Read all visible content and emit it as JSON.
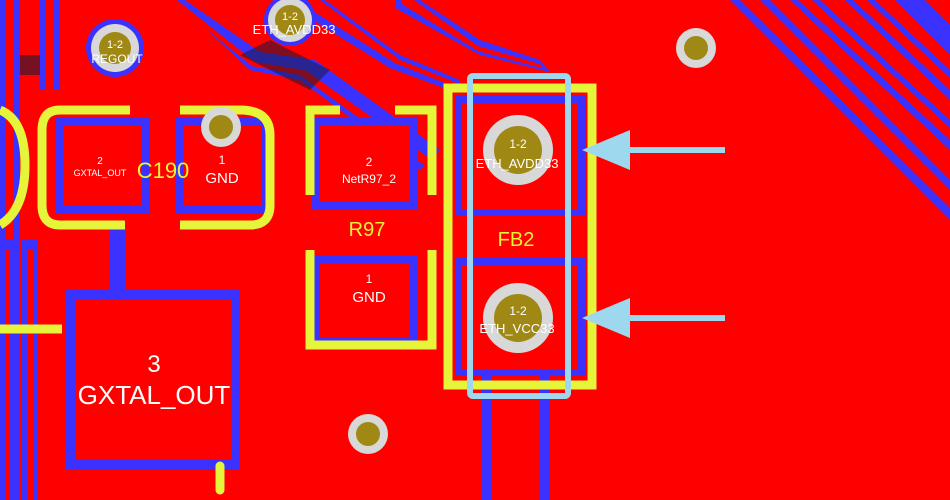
{
  "canvas": {
    "colors": {
      "copper": "#ff0000",
      "trace_outline": "#3b32ff",
      "dark": "#1a1a3a",
      "silkscreen": "#e6f53a",
      "pad_ring": "#d8d8d8",
      "pad_hole": "#a08814",
      "selection": "#9ed8ee",
      "net_label": "#ffffff"
    }
  },
  "vias": {
    "regout": {
      "label1": "1-2",
      "label2": "REGOUT"
    },
    "eth_avdd33_top": {
      "label1": "1-2",
      "label2": "ETH_AVDD33"
    }
  },
  "c190": {
    "designator": "C190",
    "pad2_num": "2",
    "pad2_net": "GXTAL_OUT",
    "pad1_num": "1",
    "pad1_net": "GND"
  },
  "r97": {
    "designator": "R97",
    "pad2_num": "2",
    "pad2_net": "NetR97_2",
    "pad1_num": "1",
    "pad1_net": "GND"
  },
  "fb2": {
    "designator": "FB2",
    "pad_top_num": "1-2",
    "pad_top_net": "ETH_AVDD33",
    "pad_bottom_num": "1-2",
    "pad_bottom_net": "ETH_VCC33"
  },
  "gxtal_pad": {
    "num": "3",
    "net": "GXTAL_OUT"
  }
}
